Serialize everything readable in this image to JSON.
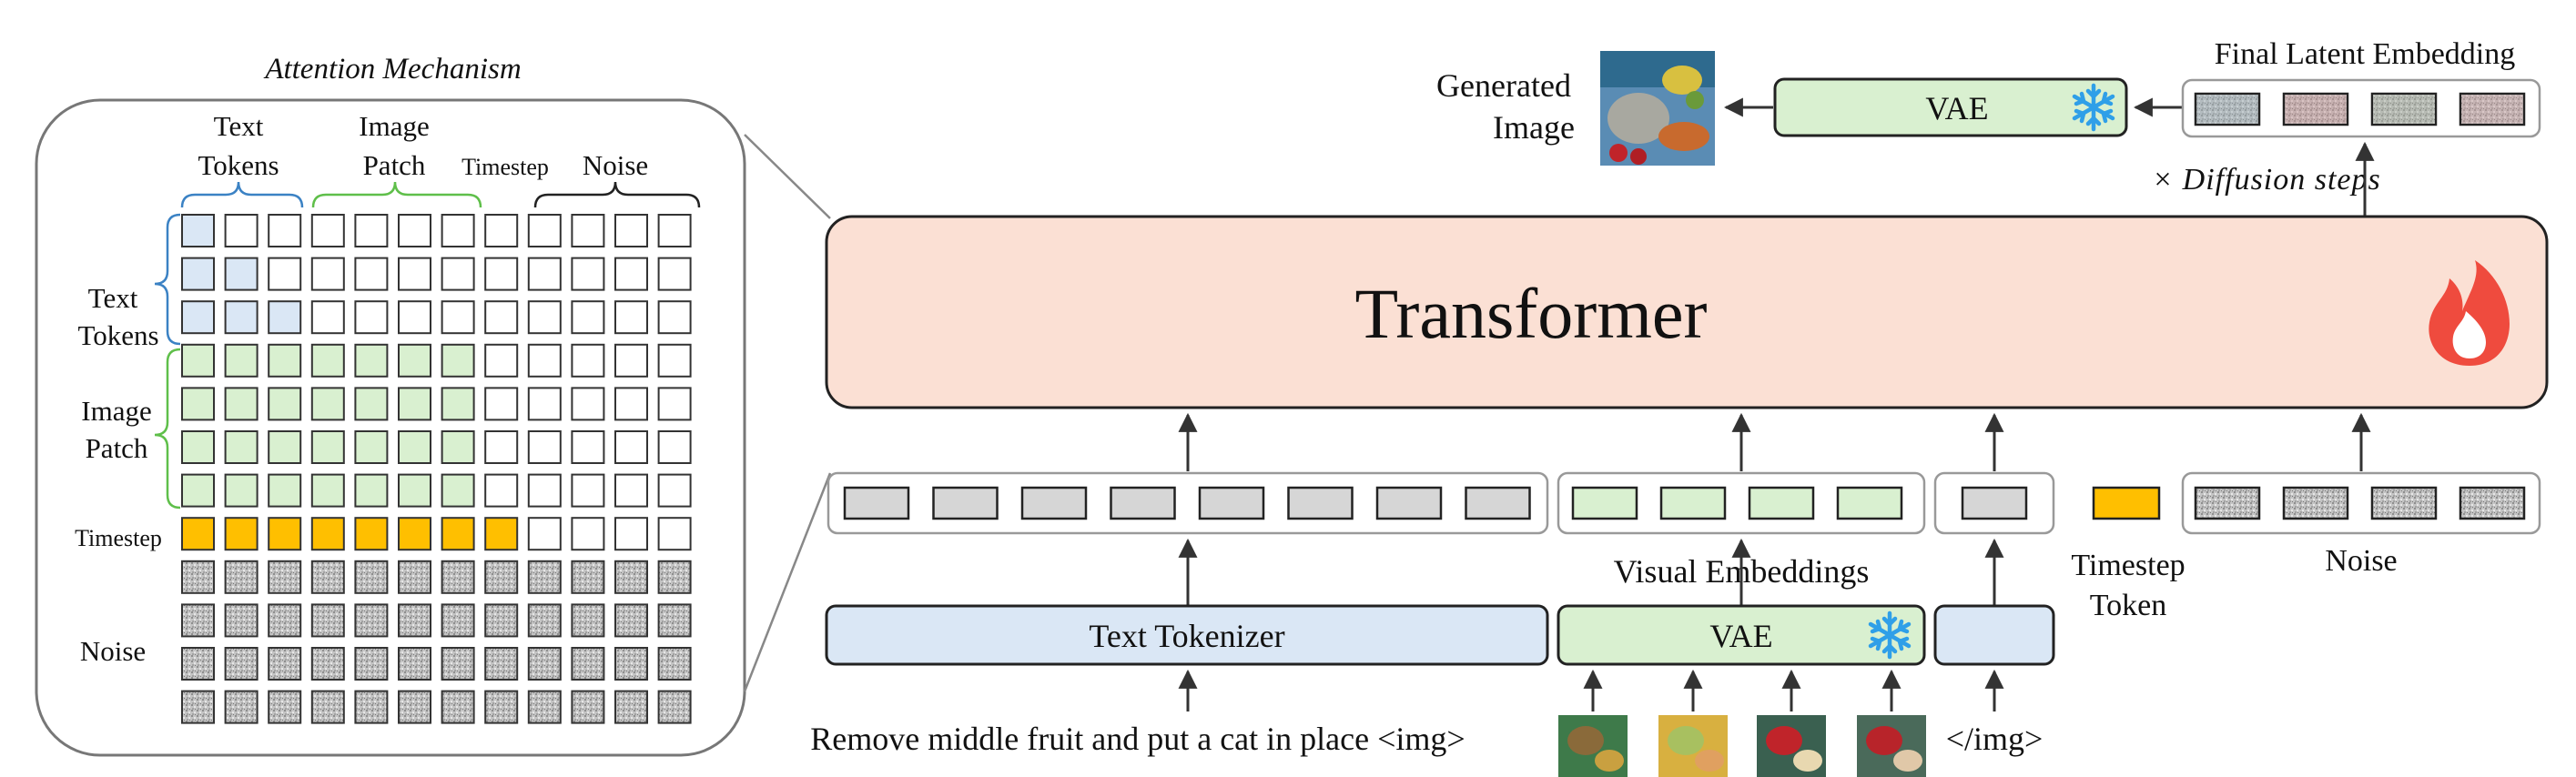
{
  "attention": {
    "title": "Attention Mechanism",
    "col_text_tokens": [
      "Text",
      "Tokens"
    ],
    "col_image_patch": [
      "Image",
      "Patch"
    ],
    "col_timestep": "Timestep",
    "col_noise": "Noise",
    "row_text_tokens": [
      "Text",
      "Tokens"
    ],
    "row_image_patch": [
      "Image",
      "Patch"
    ],
    "row_timestep": "Timestep",
    "row_noise": "Noise"
  },
  "output": {
    "generated_image_label": [
      "Generated",
      "Image"
    ],
    "vae_label": "VAE",
    "final_latent_label": "Final Latent Embedding",
    "diffusion_steps_label": "× Diffusion steps"
  },
  "transformer": {
    "label": "Transformer"
  },
  "inputs": {
    "text_tokenizer_label": "Text Tokenizer",
    "visual_embeddings_label": "Visual Embeddings",
    "vae_label": "VAE",
    "timestep_token_label": [
      "Timestep",
      "Token"
    ],
    "noise_label": "Noise",
    "prompt_text": "Remove middle fruit and put a cat in place <img>",
    "img_close_tag": "</img>"
  },
  "colors": {
    "text_blue": "#dae7f5",
    "image_green": "#d9f0d0",
    "timestep_gold": "#ffbf00",
    "noise_gray": "#c9c9c9",
    "transformer_peach": "#fbe0d4",
    "snowflake_blue": "#2f9fe8",
    "fire_red": "#ef4b3e"
  },
  "icons": {
    "frozen": "snowflake-icon",
    "trainable": "fire-icon"
  }
}
